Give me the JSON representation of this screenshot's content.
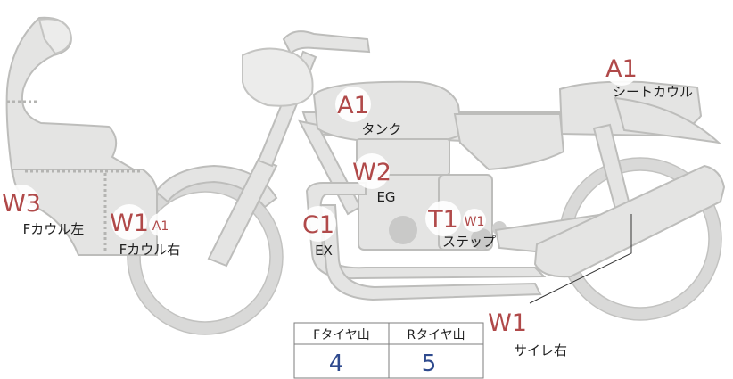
{
  "damage_codes": {
    "tank": "A1",
    "seat_cowl": "A1",
    "engine": "W2",
    "exhaust": "C1",
    "step": "T1",
    "step_extra": "W1",
    "muffler": "W1",
    "left_cowl": "W3",
    "right_cowl": "W1",
    "right_cowl_extra": "A1"
  },
  "part_labels": {
    "tank": "タンク",
    "seat_cowl": "シートカウル",
    "engine": "EG",
    "exhaust": "EX",
    "step": "ステップ",
    "muffler": "サイレ右",
    "left_cowl": "Fカウル左",
    "right_cowl": "Fカウル右"
  },
  "tire_table": {
    "headers": [
      "Fタイヤ山",
      "Rタイヤ山"
    ],
    "values": [
      "4",
      "5"
    ]
  },
  "colors": {
    "code_red": "#b04949",
    "value_blue": "#2e4a8e",
    "part_fill": "#e4e4e3",
    "part_stroke": "#bdbdbb"
  }
}
